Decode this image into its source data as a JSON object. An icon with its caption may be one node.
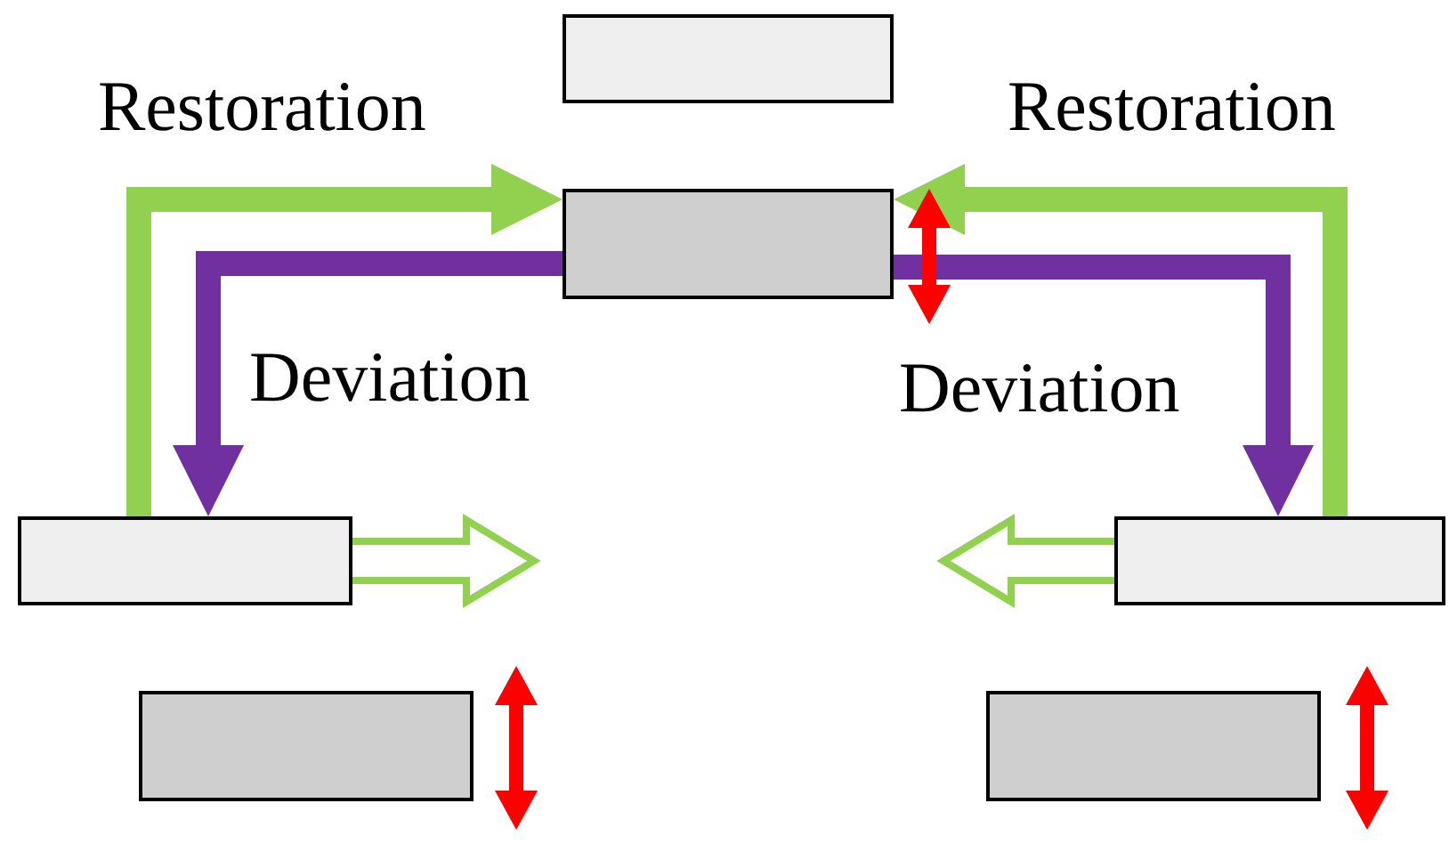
{
  "diagram": {
    "nodes": [
      {
        "text": [],
        "shape": "box"
      },
      {
        "text": [],
        "shape": "box"
      },
      {
        "text": [],
        "shape": "box"
      },
      {
        "text": [],
        "shape": "box"
      },
      {
        "text": [],
        "shape": "box"
      },
      {
        "text": [],
        "shape": "box"
      }
    ],
    "edges": [
      {
        "from": 2,
        "to": 1,
        "arrow": "to",
        "label": "Restoration",
        "color": "#92d050"
      },
      {
        "from": 1,
        "to": 2,
        "arrow": "to",
        "label": "Deviation",
        "color": "#7030a0"
      },
      {
        "from": 4,
        "to": 1,
        "arrow": "to",
        "label": "Restoration",
        "color": "#92d050"
      },
      {
        "from": 1,
        "to": 4,
        "arrow": "to",
        "label": "Deviation",
        "color": "#7030a0"
      },
      {
        "from": 2,
        "to": null,
        "arrow": "to",
        "color": "#92d050"
      },
      {
        "from": 4,
        "to": null,
        "arrow": "to",
        "color": "#92d050"
      }
    ]
  }
}
